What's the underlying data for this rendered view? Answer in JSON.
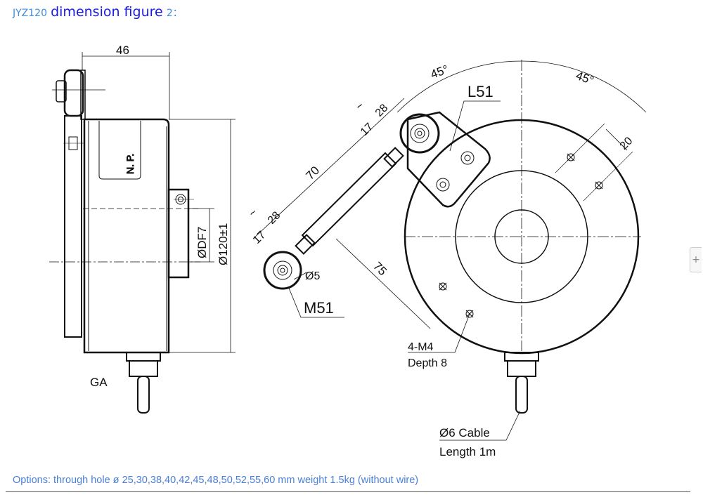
{
  "header": {
    "model": "JYZ120",
    "title": "dimension figure",
    "number": "2："
  },
  "drawing": {
    "side_view": {
      "dim_width": "46",
      "dim_bore": "ØDF7",
      "dim_diameter": "Ø120±1",
      "nameplate": "N. P.",
      "label_ga": "GA"
    },
    "front_view": {
      "angle_left": "45°",
      "angle_right": "45°",
      "dim_20": "20",
      "label_l51": "L51",
      "label_m51": "M51",
      "dim_17_top": "17",
      "dim_tilde_top": "~",
      "dim_28_top": "28",
      "dim_70": "70",
      "dim_17_bottom": "17",
      "dim_tilde_bottom": "~",
      "dim_28_bottom": "28",
      "dim_5": "Ø5",
      "dim_75": "75",
      "holes_label": "4-M4",
      "holes_depth": "Depth 8",
      "cable_label": "Ø6 Cable",
      "cable_length": "Length  1m"
    }
  },
  "footer": {
    "options": "Options: through hole ø 25,30,38,40,42,45,48,50,52,55,60 mm weight 1.5kg (without wire)"
  },
  "controls": {
    "expand": "+"
  }
}
